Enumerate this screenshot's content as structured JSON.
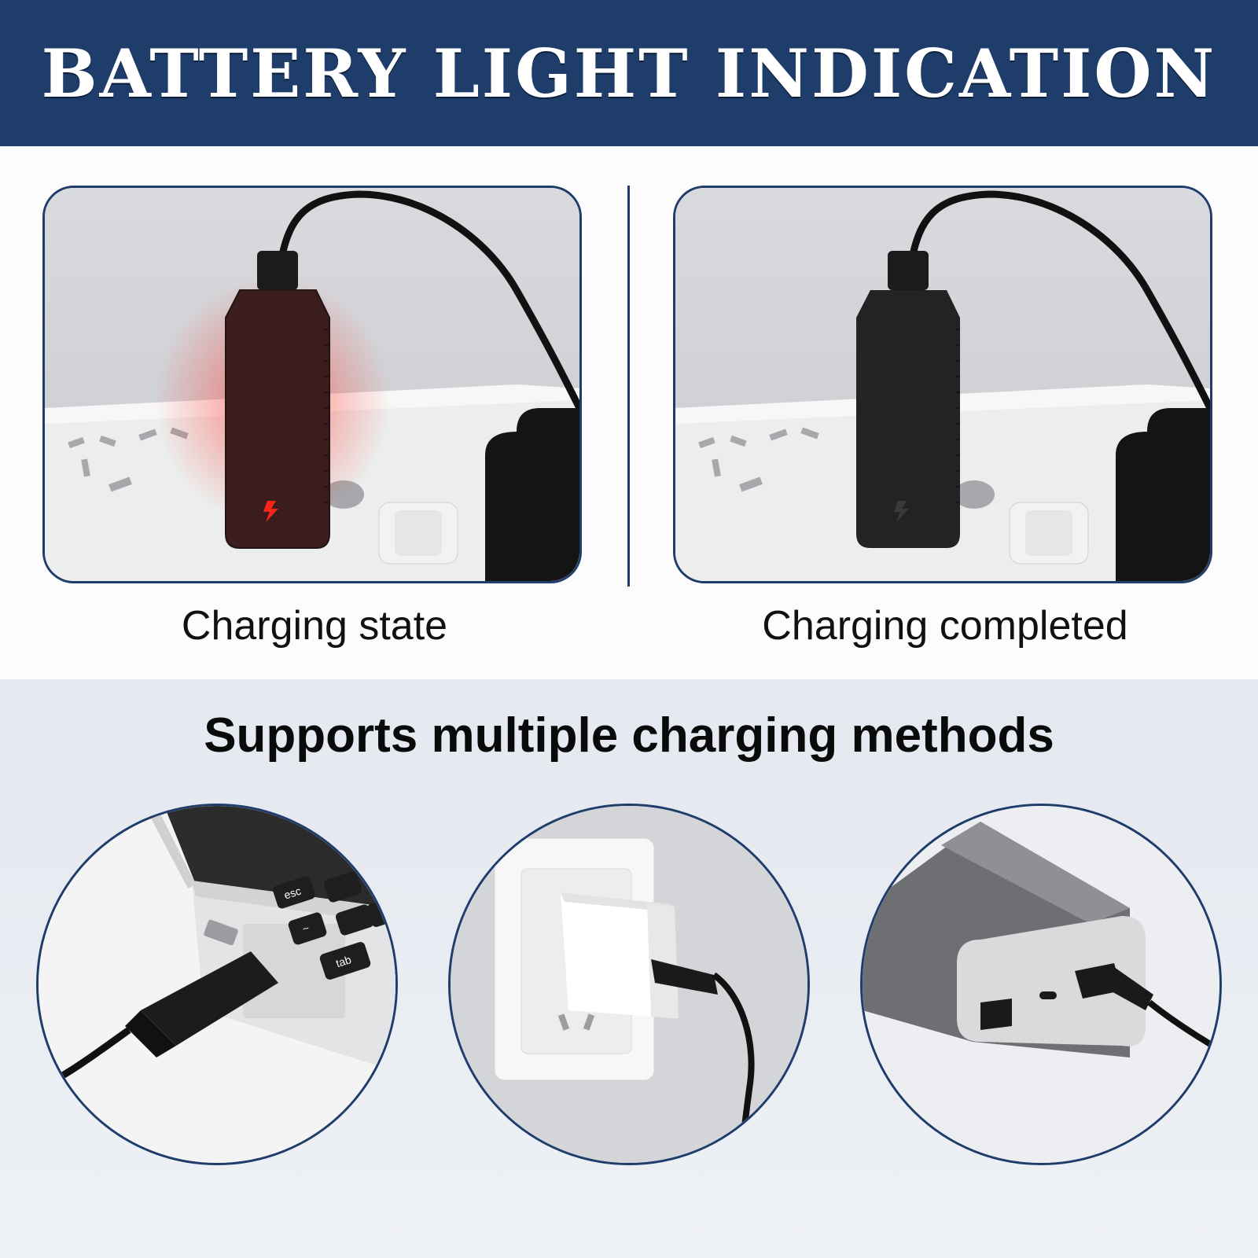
{
  "header": {
    "title": "BATTERY LIGHT INDICATION"
  },
  "states": [
    {
      "caption": "Charging state",
      "indicator_color": "#e8281e",
      "image": "charger-plugged-red-light"
    },
    {
      "caption": "Charging completed",
      "indicator_color": "#2a2a2a",
      "image": "charger-plugged-light-off"
    }
  ],
  "methods": {
    "heading": "Supports multiple charging methods",
    "items": [
      {
        "image": "laptop-usb-port",
        "key_labels": [
          "esc",
          "~",
          "tab"
        ]
      },
      {
        "image": "wall-adapter-socket"
      },
      {
        "image": "power-bank"
      }
    ]
  },
  "colors": {
    "brand_navy": "#1f3d6b",
    "background": "#ffffff"
  }
}
